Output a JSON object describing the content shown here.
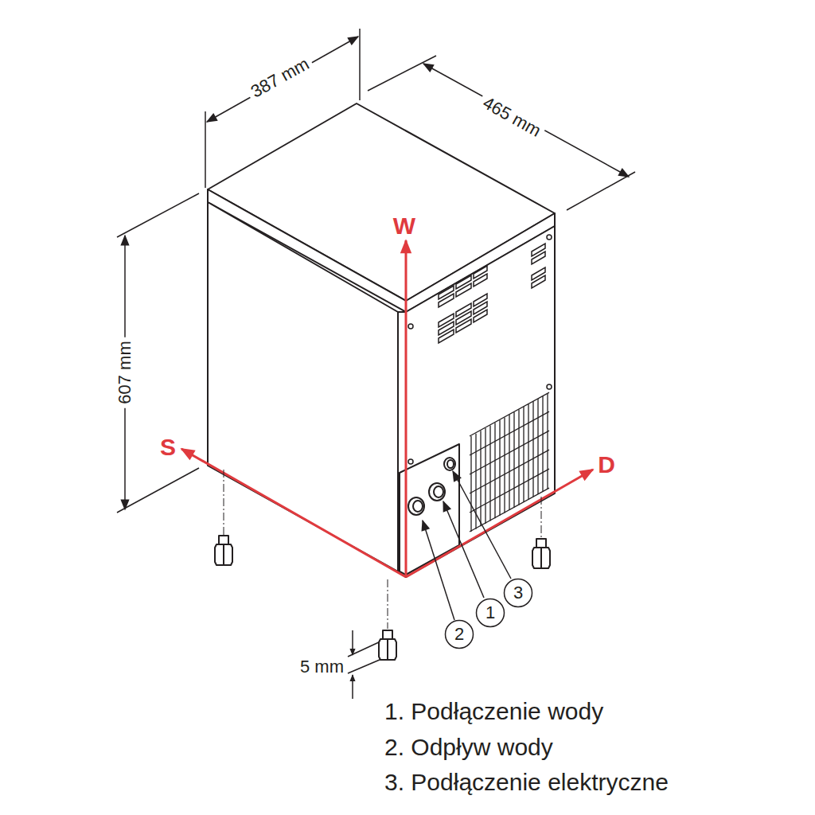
{
  "diagram": {
    "nodes": [
      {
        "text": [
          "3"
        ]
      },
      {
        "text": [
          "1"
        ]
      },
      {
        "text": [
          "2"
        ]
      }
    ],
    "labels": [
      "387 mm",
      "465 mm",
      "607 mm",
      "W",
      "S",
      "D",
      "5 mm",
      "1. Podłączenie wody",
      "2. Odpływ wody",
      "3. Podłączenie elektryczne"
    ]
  }
}
